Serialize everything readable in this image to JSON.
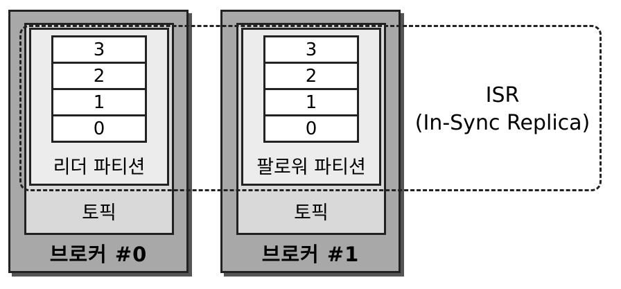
{
  "brokers": [
    {
      "label": "브로커 #0",
      "topic": "토픽",
      "partition": {
        "label": "리더 파티션",
        "offsets": [
          "3",
          "2",
          "1",
          "0"
        ]
      }
    },
    {
      "label": "브로커 #1",
      "topic": "토픽",
      "partition": {
        "label": "팔로워 파티션",
        "offsets": [
          "3",
          "2",
          "1",
          "0"
        ]
      }
    }
  ],
  "isr": {
    "title": "ISR",
    "subtitle": "(In-Sync Replica)"
  }
}
